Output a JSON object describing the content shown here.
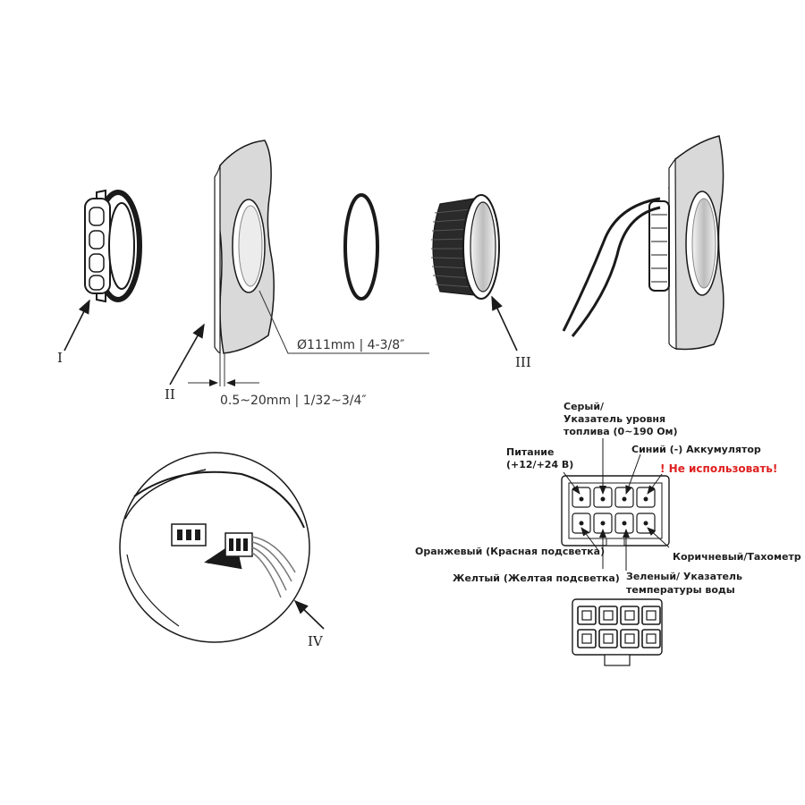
{
  "parts": {
    "ring_label": "I",
    "panel_label": "II",
    "gauge_label": "III",
    "connector_label": "IV"
  },
  "dimensions": {
    "hole_diameter": "Ø111mm | 4-3/8″",
    "panel_thickness": "0.5~20mm | 1/32~3/4″"
  },
  "pins": {
    "gray_line1": "Серый/",
    "gray_line2": "Указатель уровня",
    "gray_line3": "топлива (0~190 Ом)",
    "power_line1": "Питание",
    "power_line2": "(+12/+24 В)",
    "blue": "Синий (-) Аккумулятор",
    "not_used": "! Не использовать!",
    "orange": "Оранжевый (Красная подсветка)",
    "brown": "Коричневый/Тахометр",
    "yellow": "Желтый (Желтая подсветка)",
    "green_line1": "Зеленый/ Указатель",
    "green_line2": "температуры воды"
  },
  "colors": {
    "line": "#1a1a1a",
    "panel_fill": "#d9d9d9",
    "warning": "#e02020"
  }
}
